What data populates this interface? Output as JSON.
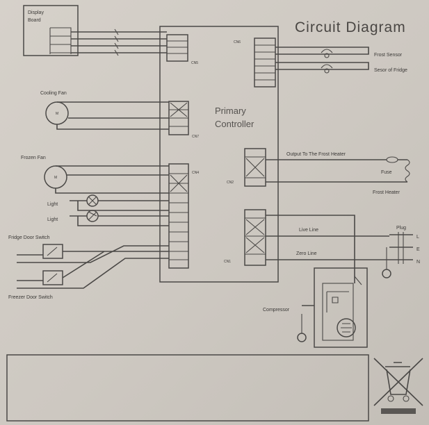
{
  "title": "Circuit Diagram",
  "controller_label_1": "Primary",
  "controller_label_2": "Controller",
  "components": {
    "display_board_1": "Display",
    "display_board_2": "Board",
    "cooling_fan": "Cooling Fan",
    "frozen_fan": "Frozen Fan",
    "light_1": "Light",
    "light_2": "Light",
    "fridge_door_switch": "Fridge Door Switch",
    "freezer_door_switch": "Freezer Door Switch",
    "frost_sensor": "Frost Sensor",
    "sensor_of_fridge": "Sesor of Fridge",
    "output_frost_heater": "Output To The Frost Heater",
    "fuse": "Fuse",
    "frost_heater": "Frost Heater",
    "live_line": "Live Line",
    "zero_line": "Zero Line",
    "plug": "Plug",
    "compressor": "Compressor"
  },
  "connectors": {
    "cn5": "CN5",
    "cn6": "CN6",
    "cn7": "CN7",
    "cn4": "CN4",
    "cn2": "CN2",
    "cn1": "CN1"
  },
  "plug_pins": [
    "L",
    "E",
    "N"
  ],
  "colors": {
    "paper": "#cfcac3",
    "ink": "#4a4846"
  }
}
